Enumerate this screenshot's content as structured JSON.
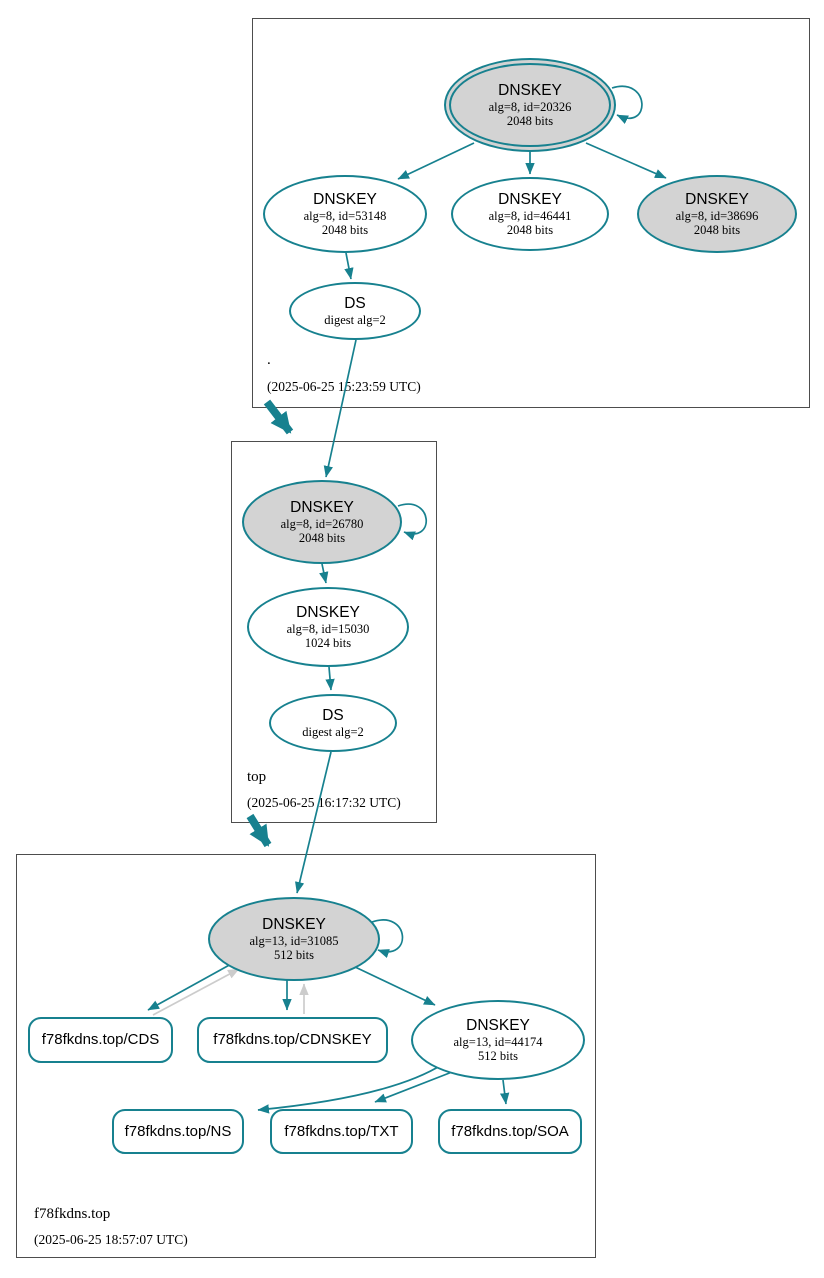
{
  "colors": {
    "secure_teal": "#17818f",
    "ksk_fill_gray": "#d3d3d3",
    "gray_edge": "#cccccc",
    "box_border": "#4d4d4d"
  },
  "zones": [
    {
      "name": ".",
      "timestamp": "(2025-06-25 15:23:59 UTC)",
      "ksk": {
        "title": "DNSKEY",
        "detail": "alg=8, id=20326",
        "bits": "2048 bits"
      },
      "zsk_left": {
        "title": "DNSKEY",
        "detail": "alg=8, id=53148",
        "bits": "2048 bits"
      },
      "zsk_mid": {
        "title": "DNSKEY",
        "detail": "alg=8, id=46441",
        "bits": "2048 bits"
      },
      "ksk_published": {
        "title": "DNSKEY",
        "detail": "alg=8, id=38696",
        "bits": "2048 bits"
      },
      "ds": {
        "title": "DS",
        "detail": "digest alg=2"
      }
    },
    {
      "name": "top",
      "timestamp": "(2025-06-25 16:17:32 UTC)",
      "ksk": {
        "title": "DNSKEY",
        "detail": "alg=8, id=26780",
        "bits": "2048 bits"
      },
      "zsk": {
        "title": "DNSKEY",
        "detail": "alg=8, id=15030",
        "bits": "1024 bits"
      },
      "ds": {
        "title": "DS",
        "detail": "digest alg=2"
      }
    },
    {
      "name": "f78fkdns.top",
      "timestamp": "(2025-06-25 18:57:07 UTC)",
      "ksk": {
        "title": "DNSKEY",
        "detail": "alg=13, id=31085",
        "bits": "512 bits"
      },
      "zsk": {
        "title": "DNSKEY",
        "detail": "alg=13, id=44174",
        "bits": "512 bits"
      },
      "rrsets": {
        "cds": "f78fkdns.top/CDS",
        "cdnskey": "f78fkdns.top/CDNSKEY",
        "ns": "f78fkdns.top/NS",
        "txt": "f78fkdns.top/TXT",
        "soa": "f78fkdns.top/SOA"
      }
    }
  ]
}
